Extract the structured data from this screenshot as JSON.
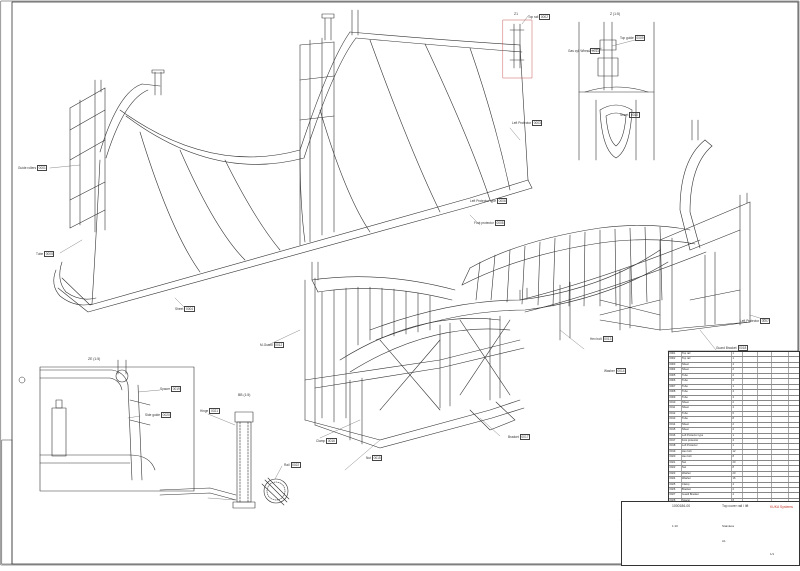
{
  "drawing": {
    "view_labels": {
      "detail_top": "Z (1:5)",
      "detail_left": "ZE (1:5)",
      "section": "BB (1:5)",
      "detail_small": "Z1"
    },
    "callouts": [
      {
        "id": "c1",
        "text": "Guide rollers",
        "num": "0001"
      },
      {
        "id": "c2",
        "text": "Top rail",
        "num": "0002"
      },
      {
        "id": "c3",
        "text": "Left Protector",
        "num": "0003"
      },
      {
        "id": "c4",
        "text": "Sheet",
        "num": "0004"
      },
      {
        "id": "c5",
        "text": "Tube",
        "num": "0005"
      },
      {
        "id": "c6",
        "text": "Left Protector type",
        "num": "0006"
      },
      {
        "id": "c7",
        "text": "Left Protector",
        "num": "0007"
      },
      {
        "id": "c8",
        "text": "Foot protector",
        "num": "0008"
      },
      {
        "id": "c9",
        "text": "Top guide",
        "num": "0009"
      },
      {
        "id": "c10",
        "text": "Sheet",
        "num": "0010"
      },
      {
        "id": "c11",
        "text": "Gas cyl. Wheel",
        "num": "0011"
      },
      {
        "id": "c12",
        "text": "M-Guard",
        "num": "0012"
      },
      {
        "id": "c13",
        "text": "Hex bolt",
        "num": "0013"
      },
      {
        "id": "c14",
        "text": "Washer",
        "num": "0014"
      },
      {
        "id": "c15",
        "text": "Nut",
        "num": "0015"
      },
      {
        "id": "c16",
        "text": "Clamp",
        "num": "0016"
      },
      {
        "id": "c17",
        "text": "Bracket",
        "num": "0017"
      },
      {
        "id": "c18",
        "text": "Guard Bracket",
        "num": "0018"
      },
      {
        "id": "c19",
        "text": "Spacer",
        "num": "0019"
      },
      {
        "id": "c20",
        "text": "Side guide",
        "num": "0020"
      },
      {
        "id": "c21",
        "text": "Hinge",
        "num": "0021"
      },
      {
        "id": "c22",
        "text": "Rail",
        "num": "0022"
      }
    ],
    "bom_rows": [
      [
        "0001",
        "Top rail",
        "1",
        "",
        "",
        ""
      ],
      [
        "0002",
        "Top rail",
        "1",
        "",
        "",
        ""
      ],
      [
        "0003",
        "Sheet",
        "4",
        "",
        "",
        ""
      ],
      [
        "0004",
        "Sheet",
        "2",
        "",
        "",
        ""
      ],
      [
        "0005",
        "Tube",
        "2",
        "",
        "",
        ""
      ],
      [
        "0006",
        "Tube",
        "2",
        "",
        "",
        ""
      ],
      [
        "0007",
        "Tube",
        "1",
        "",
        "",
        ""
      ],
      [
        "0008",
        "Tube",
        "4",
        "",
        "",
        ""
      ],
      [
        "0009",
        "Tube",
        "4",
        "",
        "",
        ""
      ],
      [
        "0010",
        "Sheet",
        "2",
        "",
        "",
        ""
      ],
      [
        "0011",
        "Sheet",
        "4",
        "",
        "",
        ""
      ],
      [
        "0012",
        "Tube",
        "6",
        "",
        "",
        ""
      ],
      [
        "0013",
        "Tube",
        "8",
        "",
        "",
        ""
      ],
      [
        "0014",
        "Sheet",
        "2",
        "",
        "",
        ""
      ],
      [
        "0015",
        "Sheet",
        "2",
        "",
        "",
        ""
      ],
      [
        "0016",
        "Left Protector type",
        "1",
        "",
        "",
        ""
      ],
      [
        "0017",
        "Foot protector",
        "4",
        "",
        "",
        ""
      ],
      [
        "0018",
        "Left Protector",
        "1",
        "",
        "",
        ""
      ],
      [
        "0019",
        "Hex bolt",
        "12",
        "",
        "",
        ""
      ],
      [
        "0020",
        "Hex bolt",
        "8",
        "",
        "",
        ""
      ],
      [
        "0021",
        "Nut",
        "20",
        "",
        "",
        ""
      ],
      [
        "0022",
        "Nut",
        "8",
        "",
        "",
        ""
      ],
      [
        "0023",
        "Washer",
        "20",
        "",
        "",
        ""
      ],
      [
        "0024",
        "Washer",
        "16",
        "",
        "",
        ""
      ],
      [
        "0025",
        "Clamp",
        "4",
        "",
        "",
        ""
      ],
      [
        "0026",
        "Bracket",
        "2",
        "",
        "",
        ""
      ],
      [
        "0027",
        "Guard Bracket",
        "4",
        "",
        "",
        ""
      ],
      [
        "0028",
        "Spacer",
        "8",
        "",
        "",
        ""
      ],
      [
        "0029",
        "Guide rollers",
        "4",
        "",
        "",
        ""
      ],
      [
        "0030",
        "Side guide",
        "2",
        "",
        "",
        ""
      ],
      [
        "0031",
        "Hinge",
        "2",
        "",
        "",
        ""
      ],
      [
        "0032",
        "Rail",
        "2",
        "",
        "",
        ""
      ]
    ],
    "title_block": {
      "drawing_no": "1000186-00",
      "assembly": "Top cover rail / lift",
      "scale": "1:10",
      "sheet": "1/1",
      "format": "A1",
      "material": "Stainless",
      "company": "KUKA Systems"
    }
  }
}
